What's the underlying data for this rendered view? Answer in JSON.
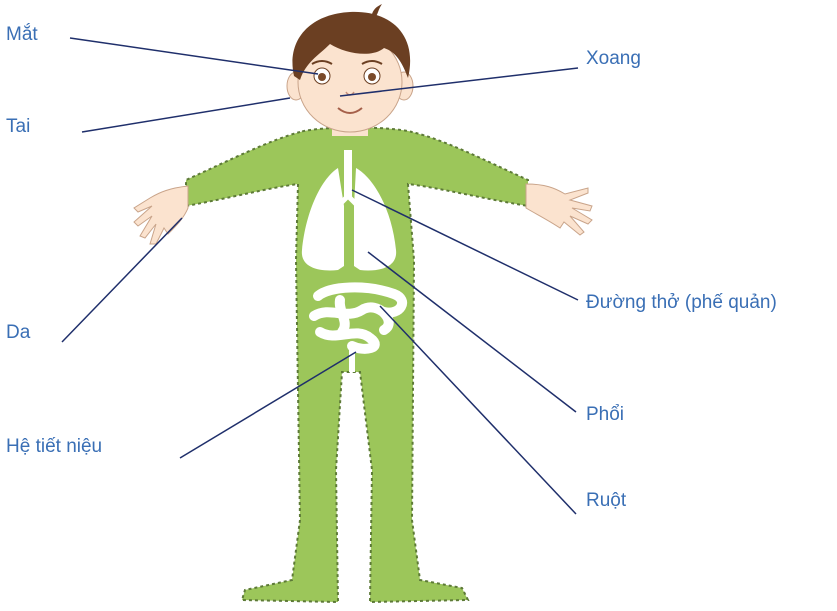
{
  "labels": {
    "eye": "Mắt",
    "ear": "Tai",
    "sinus": "Xoang",
    "skin": "Da",
    "airway": "Đường thở (phế quản)",
    "lung": "Phổi",
    "urinary": "Hệ tiết niệu",
    "intestine": "Ruột"
  },
  "colors": {
    "label": "#3a6fb5",
    "leader_line": "#1f2f6b",
    "body_suit": "#9cc65a",
    "suit_stitch": "#5d7a37",
    "skin": "#fbe3cf",
    "hair": "#6b3f22",
    "organs": "#ffffff"
  }
}
